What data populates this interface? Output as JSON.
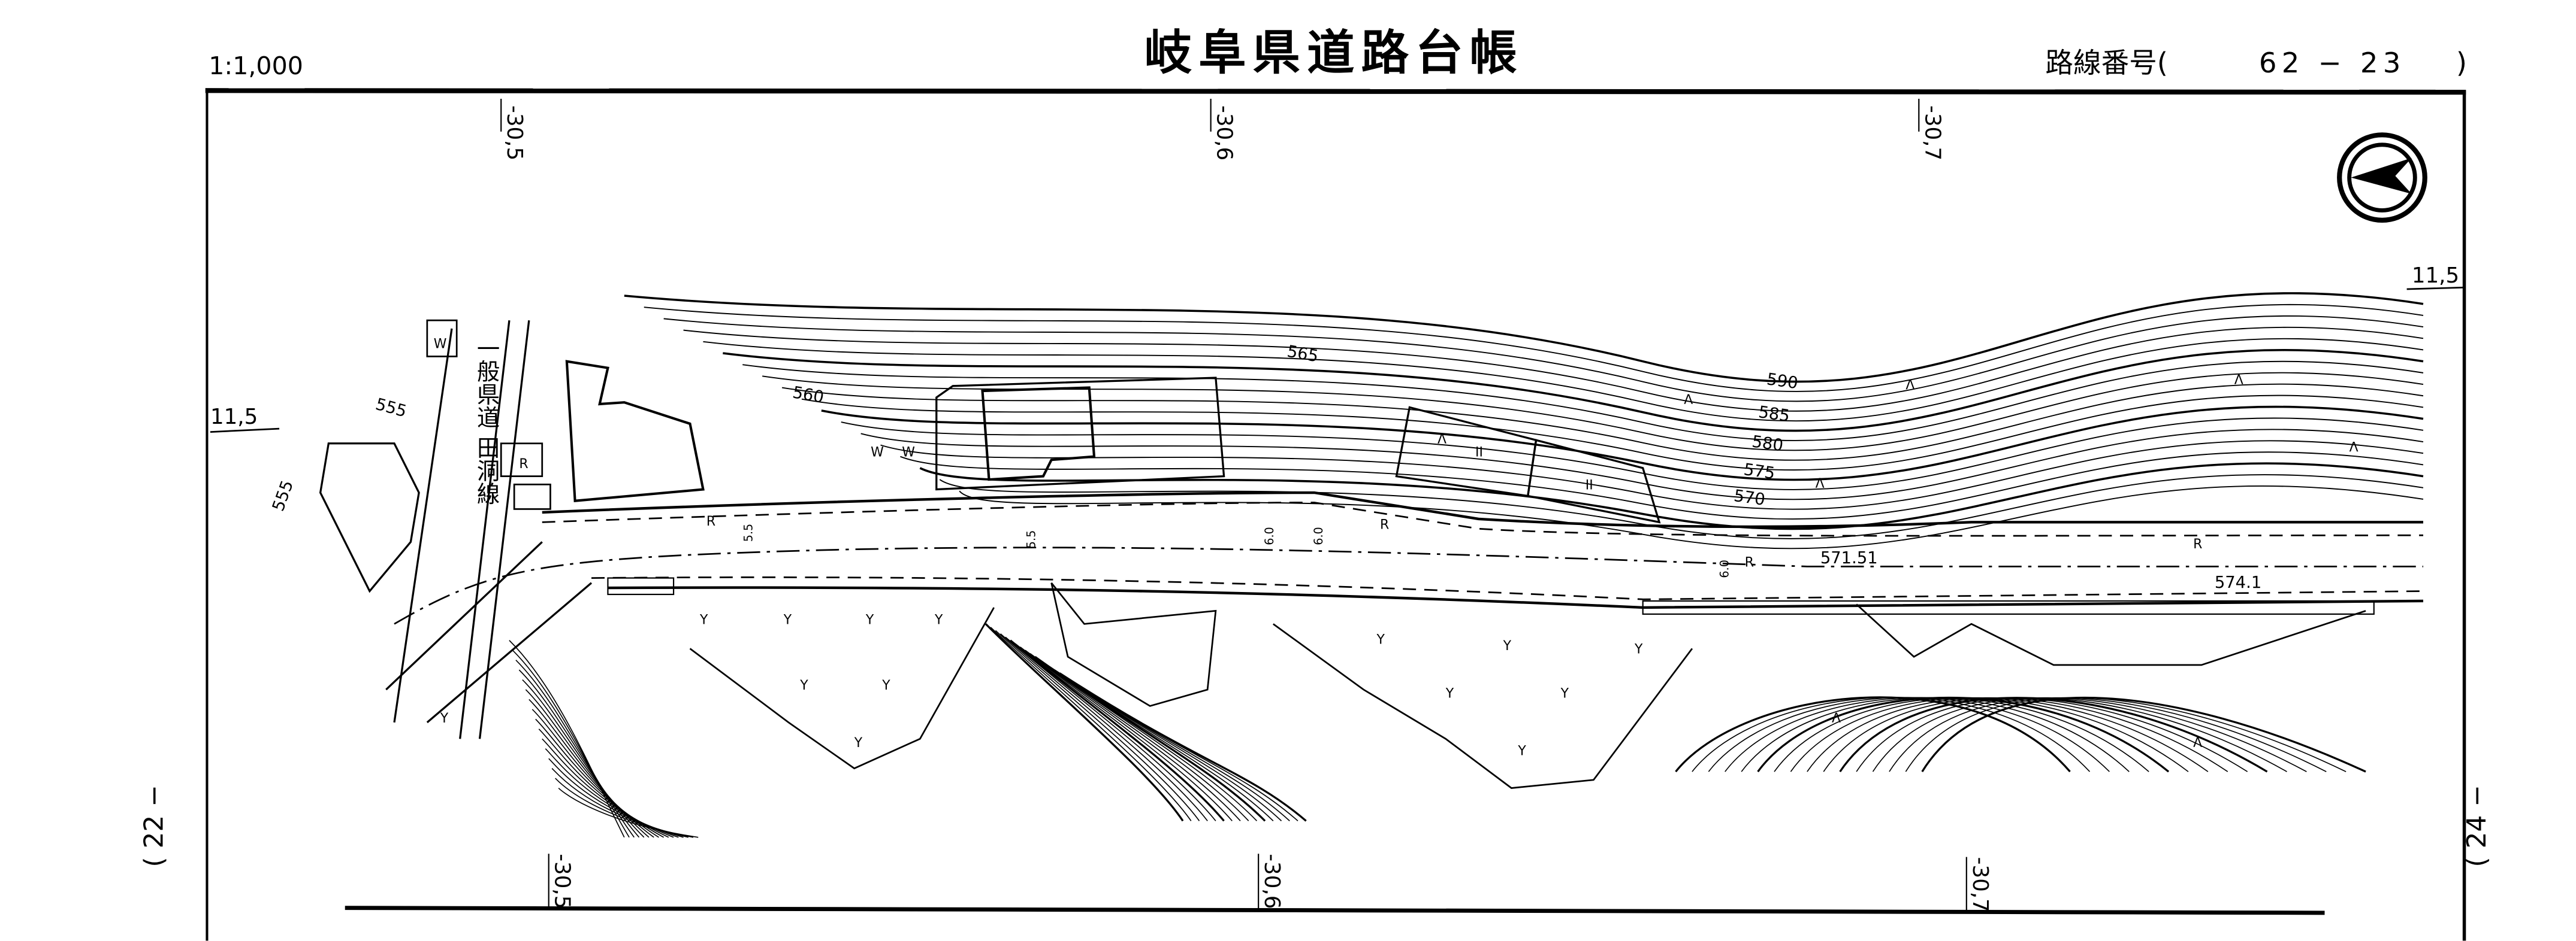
{
  "header": {
    "scale": "1:1,000",
    "title": "岐阜県道路台帳",
    "route_label": "路線番号(",
    "route_number": "62 − 23",
    "route_close": ")"
  },
  "stations_top": [
    "-30,5",
    "-30,6",
    "-30,7"
  ],
  "stations_bottom": [
    "-30,5",
    "-30,6",
    "-30,7"
  ],
  "offset_left": "11,5",
  "offset_right": "11,5",
  "sheet_prev": "( 22 −",
  "sheet_next": "( 24 −",
  "crossing_road": "一般県道 田洞線",
  "contours": [
    "590",
    "585",
    "580",
    "575",
    "570",
    "565",
    "560",
    "555",
    "555"
  ],
  "elevations": [
    "571.51",
    "574.1"
  ],
  "widths": [
    "5.5",
    "6.0",
    "6.0",
    "5.5",
    "6.0"
  ],
  "land_use": {
    "road": "R",
    "field": "Y",
    "paddy": "W",
    "building": "II",
    "orchard": "Λ"
  },
  "north_arrow": "north-arrow-icon"
}
